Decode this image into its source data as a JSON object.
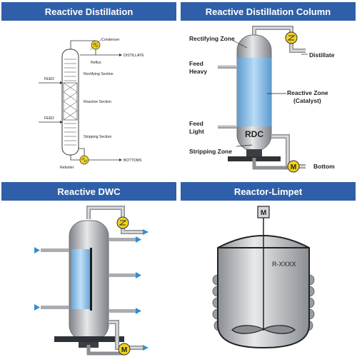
{
  "panels": {
    "p1": {
      "title": "Reactive Distillation",
      "labels": {
        "condenser": "Condenser",
        "reflux": "Reflux",
        "distillate": "DISTILLATE",
        "rectifying": "Rectifying Section",
        "feed1": "FEED",
        "reactive": "Reactive Section",
        "feed2": "FEED",
        "stripping": "Stripping Section",
        "reboiler": "Reboiler",
        "bottoms": "BOTTOMS"
      }
    },
    "p2": {
      "title": "Reactive Distillation Column",
      "labels": {
        "rectifying": "Rectifying Zone",
        "feed_heavy_1": "Feed",
        "feed_heavy_2": "Heavy",
        "distillate": "Distillate",
        "reactive_1": "Reactive Zone",
        "reactive_2": "(Catalyst)",
        "feed_light_1": "Feed",
        "feed_light_2": "Light",
        "rdc": "RDC",
        "stripping": "Stripping Zone",
        "bottom": "Bottom",
        "motor": "M"
      }
    },
    "p3": {
      "title": "Reactive DWC",
      "labels": {
        "motor": "M"
      }
    },
    "p4": {
      "title": "Reactor-Limpet",
      "labels": {
        "tag": "R-XXXX",
        "motor": "M"
      }
    }
  },
  "stock_id": "643452294",
  "colors": {
    "header_bg": "#2f5fa8",
    "steel": "#a9acb0",
    "liquid": "#8fc0e8",
    "exchanger": "#f2d21b",
    "arrow": "#2f8fd6"
  }
}
